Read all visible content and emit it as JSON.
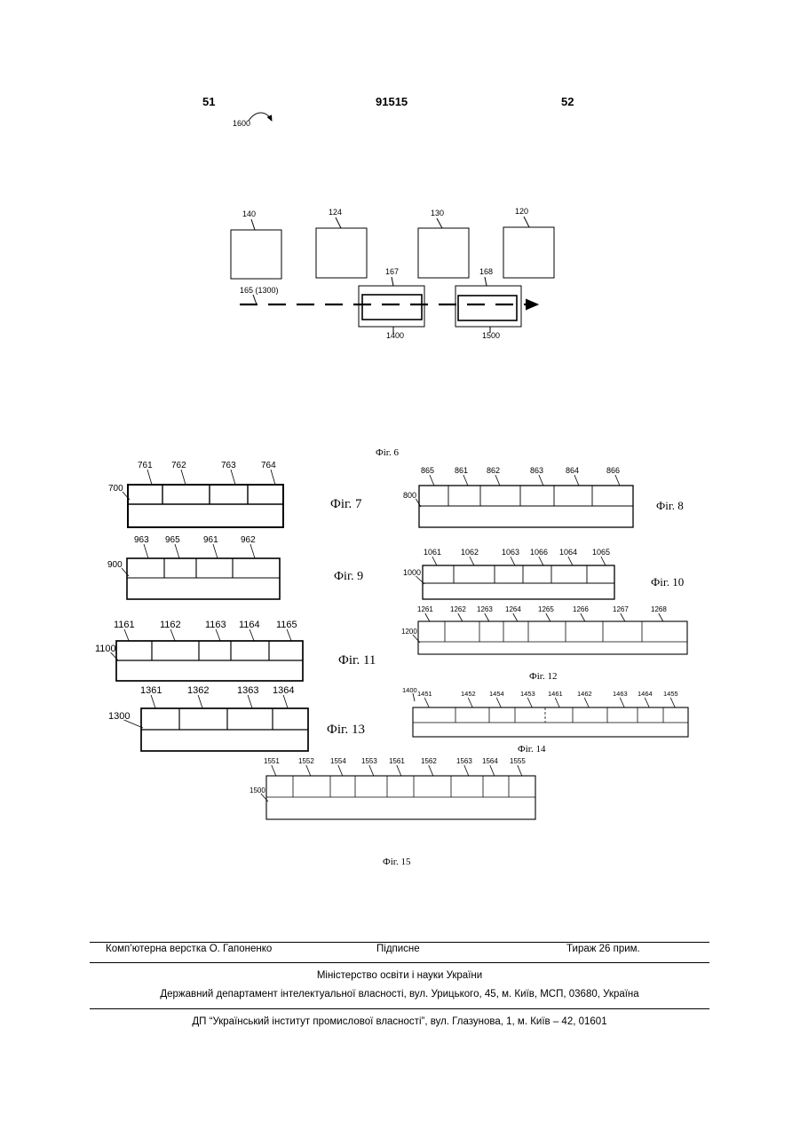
{
  "header": {
    "page_left": "51",
    "patent_number": "91515",
    "page_right": "52"
  },
  "fig6": {
    "curve_label": "1600",
    "box_labels": [
      "140",
      "124",
      "130",
      "120"
    ],
    "line_label": "165 (1300)",
    "upper_labels": [
      "167",
      "168"
    ],
    "lower_labels": [
      "1400",
      "1500"
    ],
    "caption": "Фіг. 6"
  },
  "frames": [
    {
      "id": "7",
      "ref": "700",
      "labels": [
        "761",
        "762",
        "763",
        "764"
      ],
      "caption": "Фіг. 7"
    },
    {
      "id": "8",
      "ref": "800",
      "labels": [
        "865",
        "861",
        "862",
        "863",
        "864",
        "866"
      ],
      "caption": "Фіг. 8"
    },
    {
      "id": "9",
      "ref": "900",
      "labels": [
        "963",
        "965",
        "961",
        "962"
      ],
      "caption": "Фіг. 9"
    },
    {
      "id": "10",
      "ref": "1000",
      "labels": [
        "1061",
        "1062",
        "1063",
        "1066",
        "1064",
        "1065"
      ],
      "caption": "Фіг. 10"
    },
    {
      "id": "11",
      "ref": "1100",
      "labels": [
        "1161",
        "1162",
        "1163",
        "1164",
        "1165"
      ],
      "caption": "Фіг. 11"
    },
    {
      "id": "12",
      "ref": "1200",
      "labels": [
        "1261",
        "1262",
        "1263",
        "1264",
        "1265",
        "1266",
        "1267",
        "1268"
      ],
      "caption": "Фіг. 12"
    },
    {
      "id": "13",
      "ref": "1300",
      "labels": [
        "1361",
        "1362",
        "1363",
        "1364"
      ],
      "caption": "Фіг. 13"
    },
    {
      "id": "14",
      "ref": "1400",
      "labels": [
        "1451",
        "1452",
        "1454",
        "1453",
        "1461",
        "1462",
        "1463",
        "1464",
        "1455"
      ],
      "caption": "Фіг. 14"
    },
    {
      "id": "15",
      "ref": "1500",
      "labels": [
        "1551",
        "1552",
        "1554",
        "1553",
        "1561",
        "1562",
        "1563",
        "1564",
        "1555"
      ],
      "caption": "Фіг. 15"
    }
  ],
  "footer": {
    "layout": "Комп’ютерна верстка О. Гапоненко",
    "signed": "Підписне",
    "circulation": "Тираж 26 прим.",
    "ministry": "Міністерство освіти і науки України",
    "department": "Державний департамент інтелектуальної власності, вул. Урицького, 45, м. Київ, МСП, 03680, Україна",
    "institute": "ДП “Український інститут промислової власності”, вул. Глазунова, 1, м. Київ – 42, 01601"
  }
}
